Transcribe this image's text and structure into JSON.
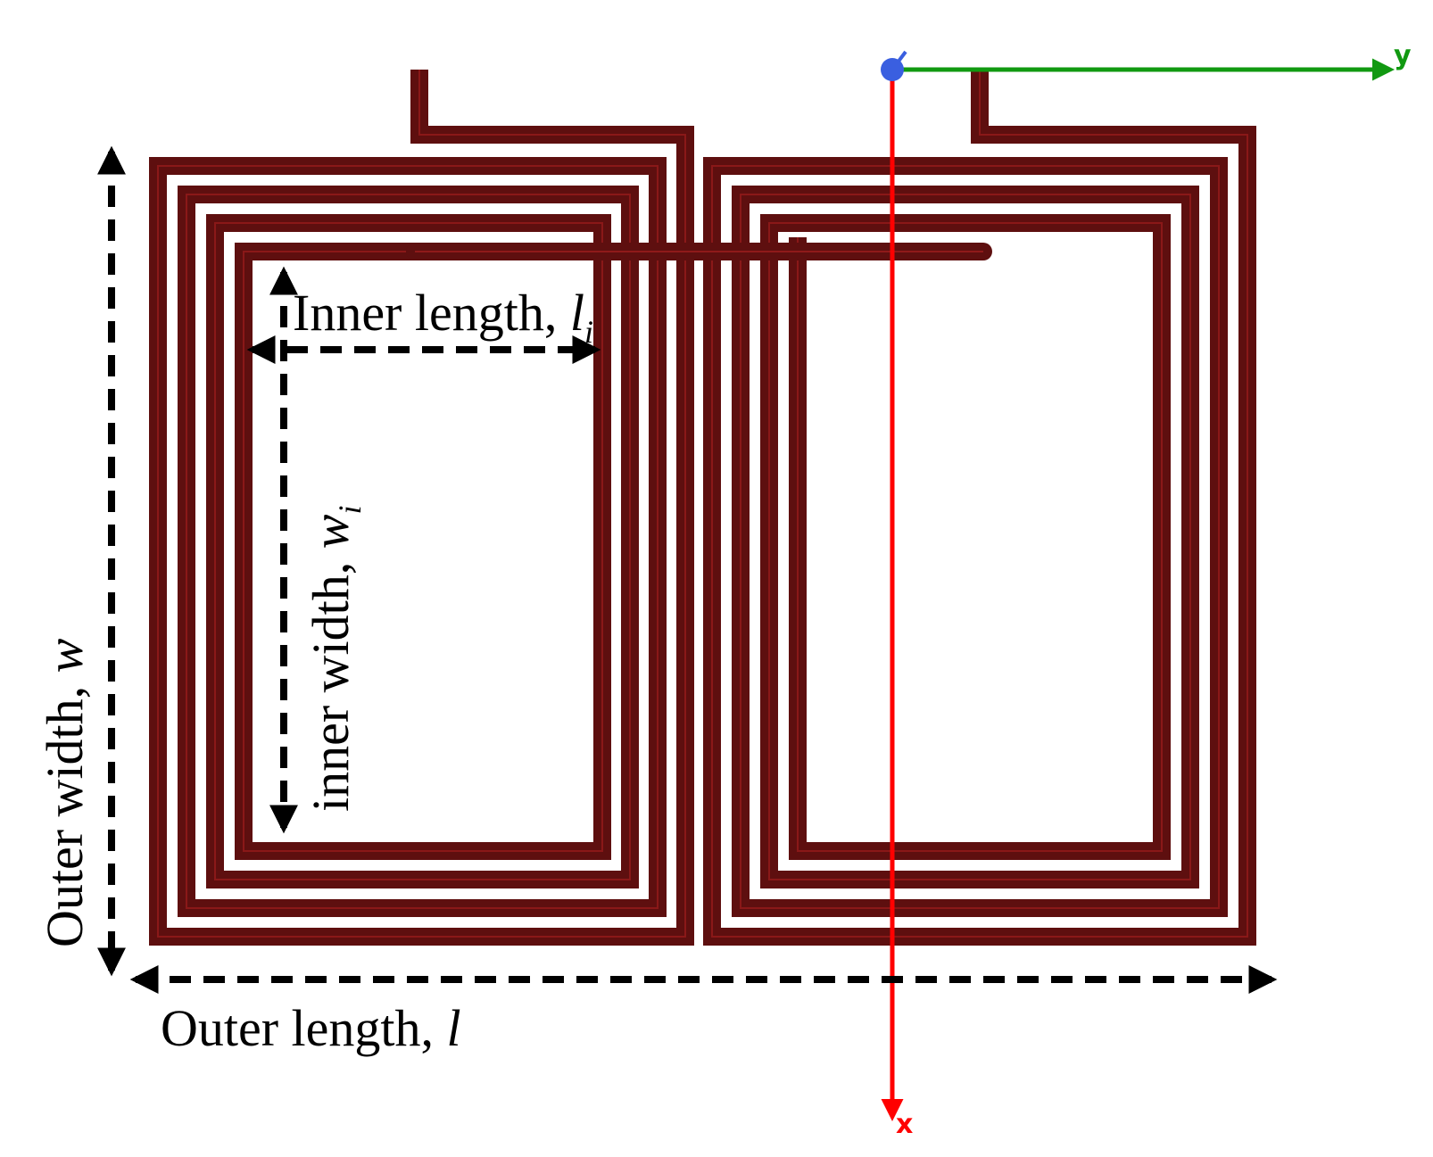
{
  "labels": {
    "outer_width": {
      "text": "Outer width, ",
      "var": "w"
    },
    "outer_length": {
      "text": "Outer length, ",
      "var": "l"
    },
    "inner_length": {
      "text": "Inner length, ",
      "var": "l",
      "sub": "i"
    },
    "inner_width": {
      "text": "inner width, ",
      "var": "w",
      "sub": "i"
    }
  },
  "axes": {
    "x_letter": "x",
    "y_letter": "y",
    "x_color": "#ff0000",
    "y_color": "#119911",
    "z_color": "#3a5fe0"
  },
  "colors": {
    "trace": "#5e0f0f",
    "trace_edge": "#8f1a1a",
    "dimension": "#000000"
  }
}
